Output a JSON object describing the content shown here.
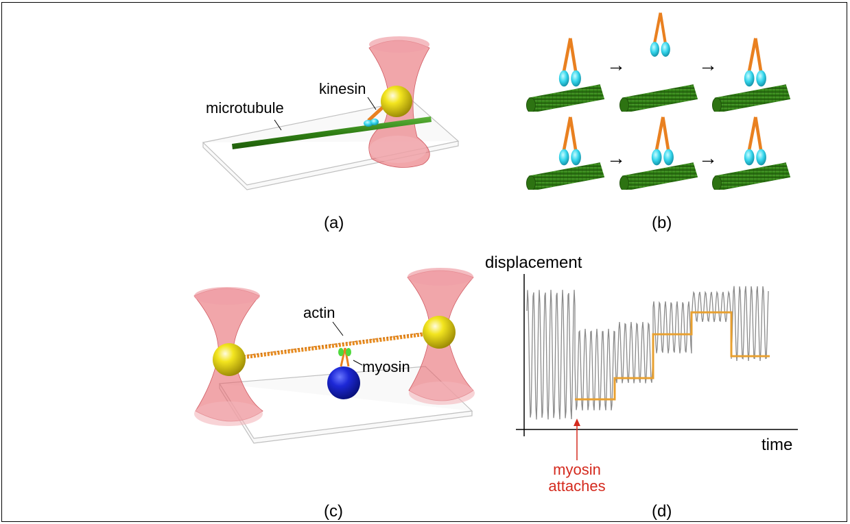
{
  "colors": {
    "beam": "#e86a72",
    "bead": "#f0e21a",
    "microtubule": "#3a8a1c",
    "motor_head": "#35d6ec",
    "motor_stalk": "#e98020",
    "actin": "#e68a1e",
    "myosin_head": "#4fd93c",
    "blue_bead": "#1e27c8",
    "trace": "#8a8a8a",
    "fit": "#e8a030",
    "annotation": "#d42a1e"
  },
  "panel_a": {
    "label": "(a)",
    "microtubule": "microtubule",
    "kinesin": "kinesin"
  },
  "panel_b": {
    "label": "(b)",
    "arrow": "→"
  },
  "panel_c": {
    "label": "(c)",
    "actin": "actin",
    "myosin": "myosin"
  },
  "panel_d": {
    "label": "(d)",
    "ylabel": "displacement",
    "xlabel": "time",
    "annotation_line1": "myosin",
    "annotation_line2": "attaches"
  },
  "chart_data": {
    "type": "line",
    "xlabel": "time",
    "ylabel": "displacement",
    "series": [
      {
        "color": "#8a8a8a",
        "style": "oscillating trace narrowing after attachment"
      },
      {
        "color": "#e8a030",
        "style": "step fit",
        "steps": 5
      }
    ]
  }
}
